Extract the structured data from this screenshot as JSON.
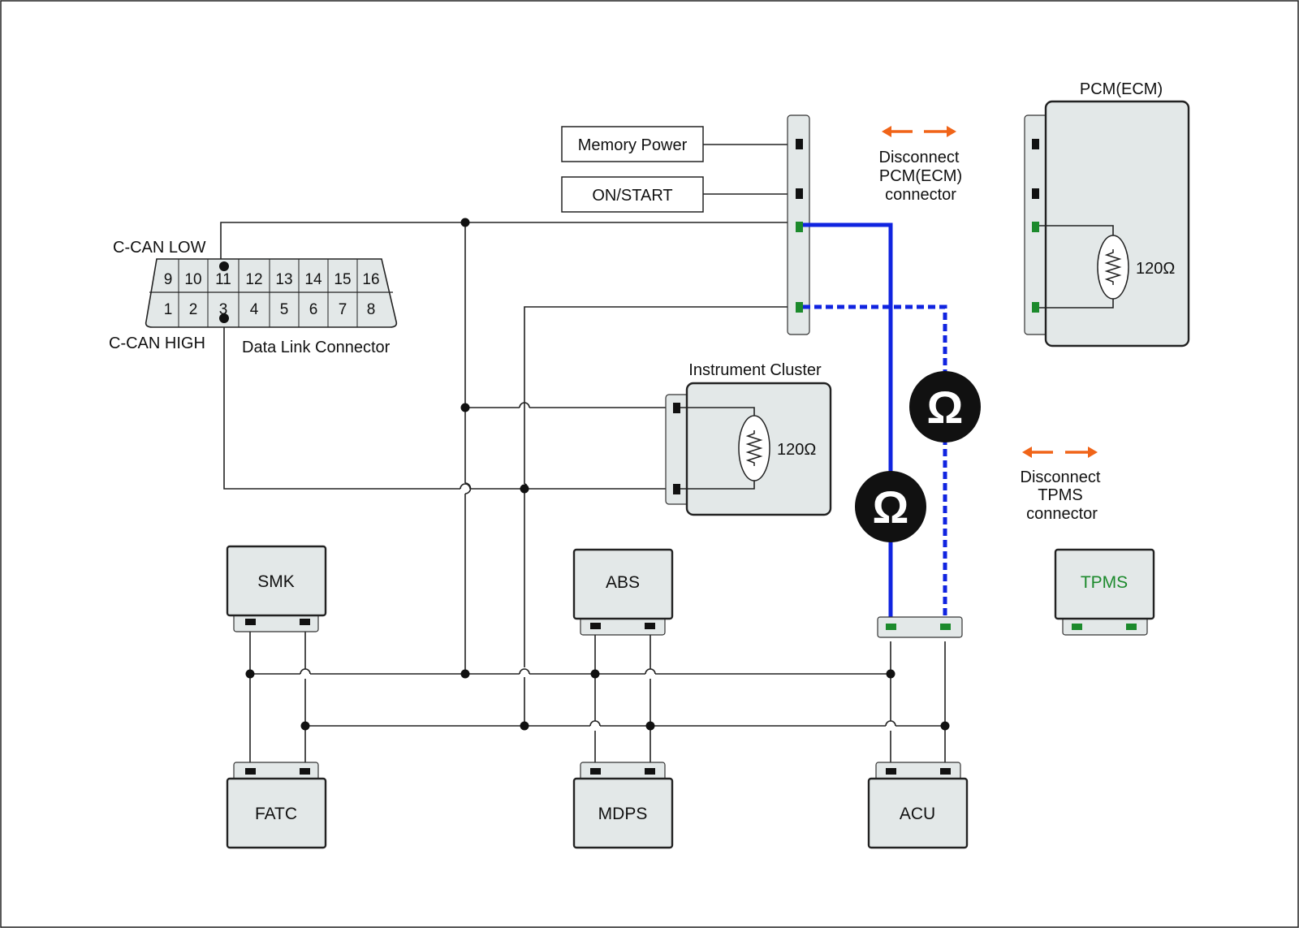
{
  "colors": {
    "module_fill": "#e3e8e8",
    "can_measure_wire": "#1024e0",
    "pin_active": "#1c8a2c",
    "pin_default": "#111111",
    "arrow": "#f06418",
    "tpms_label": "#1c8a2c"
  },
  "icons": [
    "ohm-meter-icon",
    "resistor-icon",
    "disconnect-arrow-icon"
  ],
  "dlc": {
    "title": "Data Link Connector",
    "can_low_label": "C-CAN LOW",
    "can_high_label": "C-CAN HIGH",
    "top_pins": [
      "9",
      "10",
      "11",
      "12",
      "13",
      "14",
      "15",
      "16"
    ],
    "bottom_pins": [
      "1",
      "2",
      "3",
      "4",
      "5",
      "6",
      "7",
      "8"
    ]
  },
  "power": {
    "memory": "Memory Power",
    "on_start": "ON/START"
  },
  "pcm": {
    "title": "PCM(ECM)",
    "resistor": "120Ω"
  },
  "cluster": {
    "title": "Instrument Cluster",
    "resistor": "120Ω"
  },
  "notes": {
    "pcm_line1": "Disconnect",
    "pcm_line2": "PCM(ECM)",
    "pcm_line3": "connector",
    "tpms_line1": "Disconnect",
    "tpms_line2": "TPMS",
    "tpms_line3": "connector"
  },
  "meter_symbol": "Ω",
  "modules": {
    "smk": "SMK",
    "abs": "ABS",
    "tpms": "TPMS",
    "fatc": "FATC",
    "mdps": "MDPS",
    "acu": "ACU"
  }
}
